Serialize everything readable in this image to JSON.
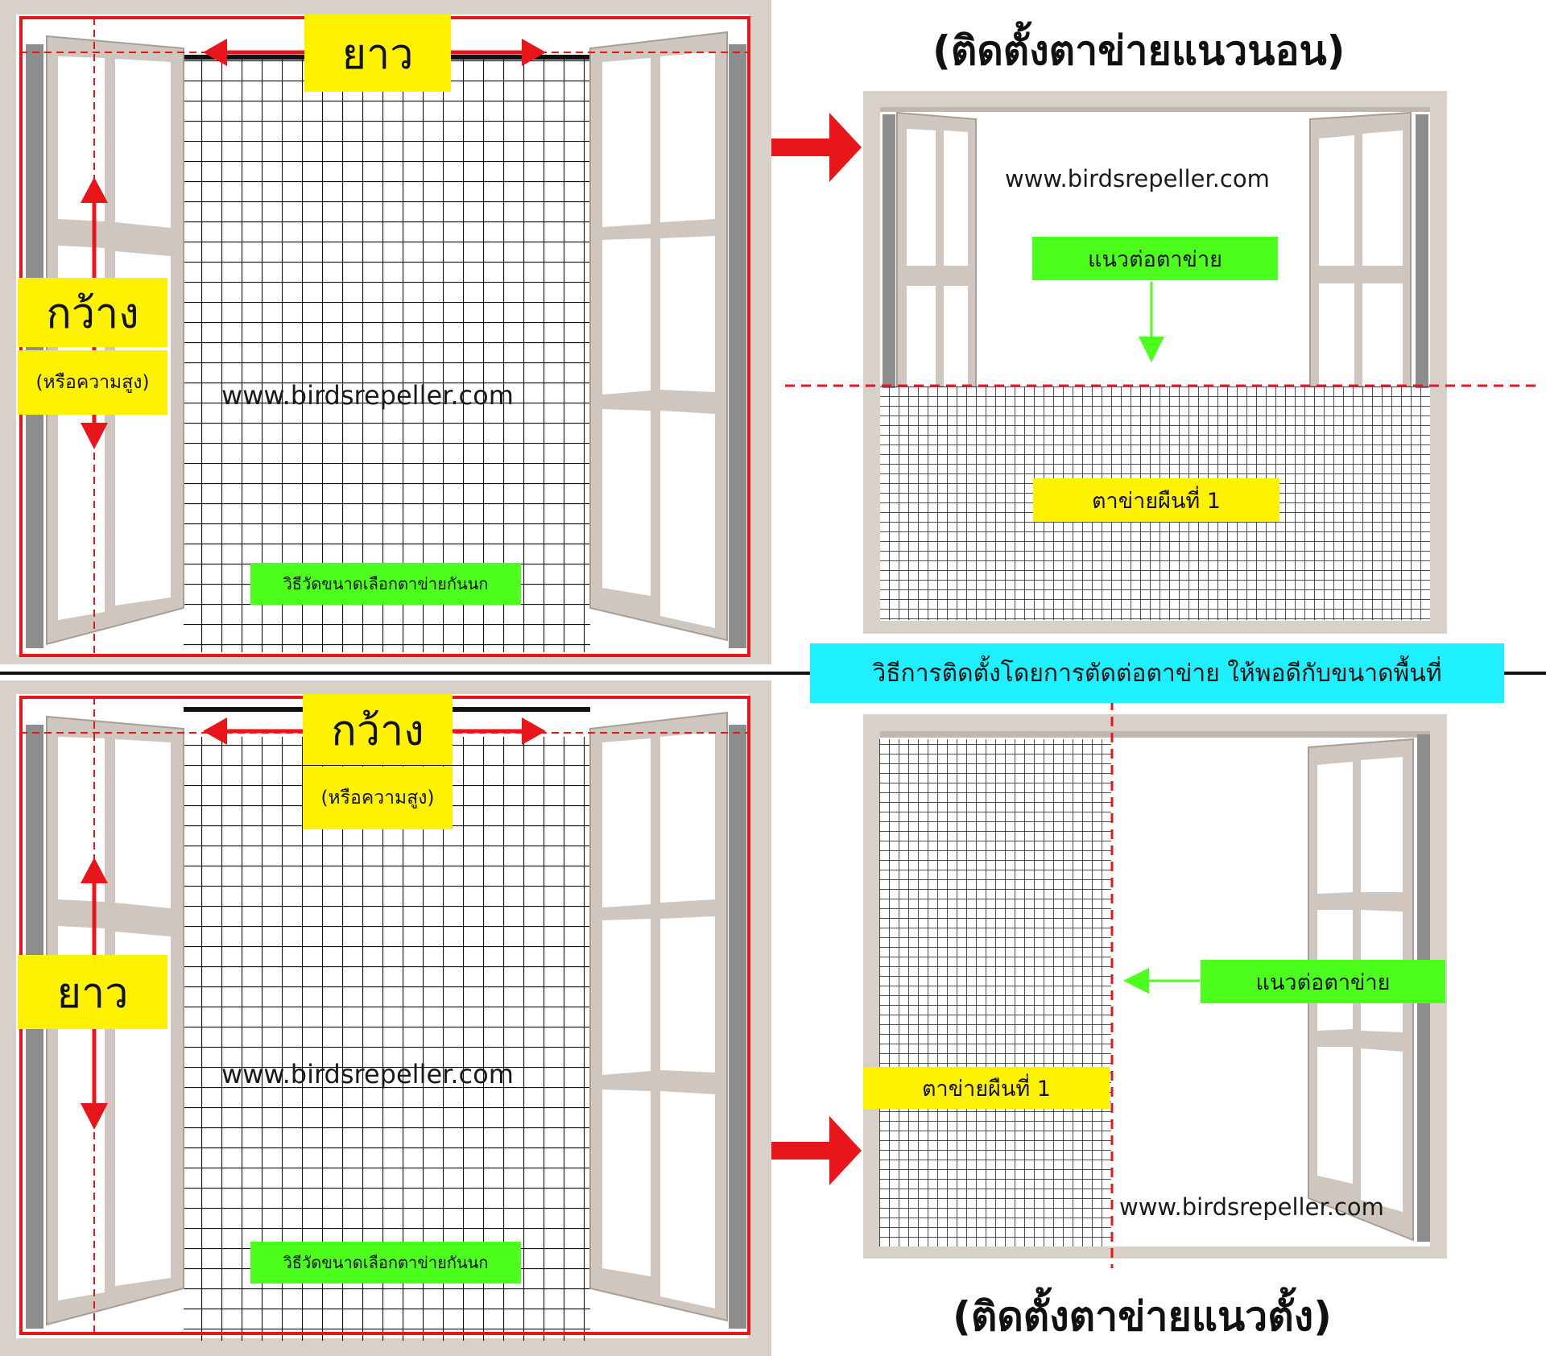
{
  "colors": {
    "highlight_yellow": "#fff200",
    "highlight_green": "#4cff1c",
    "highlight_cyan": "#1ff0ff",
    "measure_red": "#e8151b",
    "frame_beige": "#d7d0c8",
    "net_black": "#111111"
  },
  "panel_measure_top": {
    "length_label": "ยาว",
    "width_label": "กว้าง",
    "width_sub_label": "(หรือความสูง)",
    "watermark": "www.birdsrepeller.com",
    "caption": "วิธีวัดขนาดเลือกตาข่ายกันนก"
  },
  "panel_measure_bottom": {
    "width_label": "กว้าง",
    "width_sub_label": "(หรือความสูง)",
    "length_label": "ยาว",
    "watermark": "www.birdsrepeller.com",
    "caption": "วิธีวัดขนาดเลือกตาข่ายกันนก"
  },
  "panel_horizontal": {
    "title": "(ติดตั้งตาข่ายแนวนอน)",
    "watermark": "www.birdsrepeller.com",
    "join_label": "แนวต่อตาข่าย",
    "sheet_label": "ตาข่ายผืนที่ 1"
  },
  "center_banner": "วิธีการติดตั้งโดยการตัดต่อตาข่าย ให้พอดีกับขนาดพื้นที่",
  "panel_vertical": {
    "title": "(ติดตั้งตาข่ายแนวตั้ง)",
    "watermark": "www.birdsrepeller.com",
    "join_label": "แนวต่อตาข่าย",
    "sheet_label": "ตาข่ายผืนที่ 1"
  }
}
